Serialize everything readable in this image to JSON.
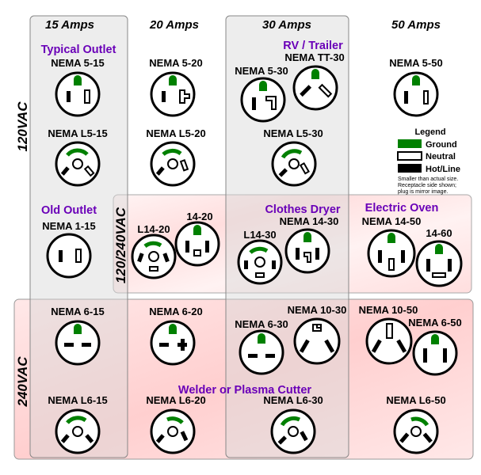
{
  "amp_headers": [
    "15 Amps",
    "20 Amps",
    "30 Amps",
    "50 Amps"
  ],
  "voltage_labels": {
    "v120": "120VAC",
    "v120_240": "120/240VAC",
    "v240": "240VAC"
  },
  "category_labels": {
    "typical_outlet": "Typical Outlet",
    "rv_trailer": "RV / Trailer",
    "old_outlet": "Old Outlet",
    "clothes_dryer": "Clothes Dryer",
    "electric_oven": "Electric Oven",
    "welder": "Welder or Plasma Cutter"
  },
  "plugs": {
    "nema_5_15": "NEMA 5-15",
    "nema_5_20": "NEMA 5-20",
    "nema_5_30": "NEMA 5-30",
    "nema_tt_30": "NEMA TT-30",
    "nema_5_50": "NEMA 5-50",
    "nema_l5_15": "NEMA L5-15",
    "nema_l5_20": "NEMA L5-20",
    "nema_l5_30": "NEMA L5-30",
    "nema_1_15": "NEMA 1-15",
    "l14_20": "L14-20",
    "n14_20": "14-20",
    "l14_30": "L14-30",
    "nema_14_30": "NEMA 14-30",
    "nema_14_50": "NEMA 14-50",
    "n14_60": "14-60",
    "nema_6_15": "NEMA 6-15",
    "nema_6_20": "NEMA 6-20",
    "nema_6_30": "NEMA 6-30",
    "nema_10_30": "NEMA 10-30",
    "nema_10_50": "NEMA 10-50",
    "nema_6_50": "NEMA 6-50",
    "nema_l6_15": "NEMA L6-15",
    "nema_l6_20": "NEMA L6-20",
    "nema_l6_30": "NEMA L6-30",
    "nema_l6_50": "NEMA L6-50"
  },
  "legend": {
    "title": "Legend",
    "ground": "Ground",
    "neutral": "Neutral",
    "hot": "Hot/Line",
    "note_1": "Smaller than actual size.",
    "note_2": "Receptacle side shown;",
    "note_3": "plug is mirror image."
  },
  "colors": {
    "ground": "#008000",
    "label_accent": "#6a00b8",
    "band_240": "#ffcccc",
    "band_120_240": "#ffdddd",
    "column_grey": "#dddddd"
  }
}
